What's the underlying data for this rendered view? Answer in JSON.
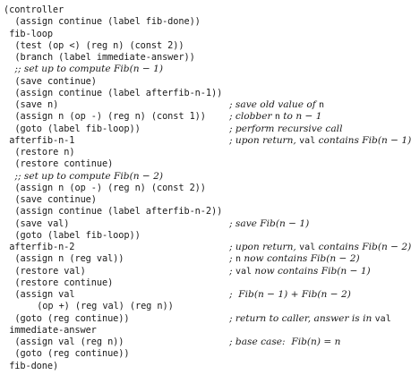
{
  "lines": [
    {
      "code": "(controller",
      "indent": 0
    },
    {
      "code": "(assign continue (label fib-done))",
      "indent": 2
    },
    {
      "code": "fib-loop",
      "indent": 1
    },
    {
      "code": "(test (op <) (reg n) (const 2))",
      "indent": 2
    },
    {
      "code": "(branch (label immediate-answer))",
      "indent": 2
    },
    {
      "code": "",
      "indent": 2,
      "comment_parts": [
        {
          "t": ";; set up to compute Fib(n − 1)",
          "s": "i"
        }
      ]
    },
    {
      "code": "(save continue)",
      "indent": 2
    },
    {
      "code": "(assign continue (label afterfib-n-1))",
      "indent": 2
    },
    {
      "code": "(save n)",
      "indent": 2,
      "comment_parts": [
        {
          "t": "; save old value of ",
          "s": "i"
        },
        {
          "t": "n",
          "s": "m"
        }
      ]
    },
    {
      "code": "(assign n (op -) (reg n) (const 1))",
      "indent": 2,
      "comment_parts": [
        {
          "t": "; clobber ",
          "s": "i"
        },
        {
          "t": "n",
          "s": "m"
        },
        {
          "t": " to ",
          "s": "i"
        },
        {
          "t": "n − 1",
          "s": "i"
        }
      ]
    },
    {
      "code": "(goto (label fib-loop))",
      "indent": 2,
      "comment_parts": [
        {
          "t": "; perform recursive call",
          "s": "i"
        }
      ]
    },
    {
      "code": "afterfib-n-1",
      "indent": 1,
      "comment_parts": [
        {
          "t": "; upon return, ",
          "s": "i"
        },
        {
          "t": "val",
          "s": "m"
        },
        {
          "t": " contains Fib(n − 1)",
          "s": "i"
        }
      ]
    },
    {
      "code": "(restore n)",
      "indent": 2
    },
    {
      "code": "(restore continue)",
      "indent": 2
    },
    {
      "code": "",
      "indent": 2,
      "comment_parts": [
        {
          "t": ";; set up to compute Fib(n − 2)",
          "s": "i"
        }
      ]
    },
    {
      "code": "(assign n (op -) (reg n) (const 2))",
      "indent": 2
    },
    {
      "code": "(save continue)",
      "indent": 2
    },
    {
      "code": "(assign continue (label afterfib-n-2))",
      "indent": 2
    },
    {
      "code": "(save val)",
      "indent": 2,
      "comment_parts": [
        {
          "t": "; save Fib(n − 1)",
          "s": "i"
        }
      ]
    },
    {
      "code": "(goto (label fib-loop))",
      "indent": 2
    },
    {
      "code": "afterfib-n-2",
      "indent": 1,
      "comment_parts": [
        {
          "t": "; upon return, ",
          "s": "i"
        },
        {
          "t": "val",
          "s": "m"
        },
        {
          "t": " contains Fib(n − 2)",
          "s": "i"
        }
      ]
    },
    {
      "code": "(assign n (reg val))",
      "indent": 2,
      "comment_parts": [
        {
          "t": "; ",
          "s": "i"
        },
        {
          "t": "n",
          "s": "m"
        },
        {
          "t": " now contains Fib(n − 2)",
          "s": "i"
        }
      ]
    },
    {
      "code": "(restore val)",
      "indent": 2,
      "comment_parts": [
        {
          "t": "; ",
          "s": "i"
        },
        {
          "t": "val",
          "s": "m"
        },
        {
          "t": " now contains Fib(n − 1)",
          "s": "i"
        }
      ]
    },
    {
      "code": "(restore continue)",
      "indent": 2
    },
    {
      "code": "(assign val",
      "indent": 2,
      "comment_parts": [
        {
          "t": ";  Fib(n − 1) + Fib(n − 2)",
          "s": "i"
        }
      ]
    },
    {
      "code": "(op +) (reg val) (reg n))",
      "indent": 6
    },
    {
      "code": "(goto (reg continue))",
      "indent": 2,
      "comment_parts": [
        {
          "t": "; return to caller, answer is in ",
          "s": "i"
        },
        {
          "t": "val",
          "s": "m"
        }
      ]
    },
    {
      "code": "immediate-answer",
      "indent": 1
    },
    {
      "code": "(assign val (reg n))",
      "indent": 2,
      "comment_parts": [
        {
          "t": "; base case:  Fib(n) = n",
          "s": "i"
        }
      ]
    },
    {
      "code": "(goto (reg continue))",
      "indent": 2
    },
    {
      "code": "fib-done)",
      "indent": 1
    }
  ]
}
